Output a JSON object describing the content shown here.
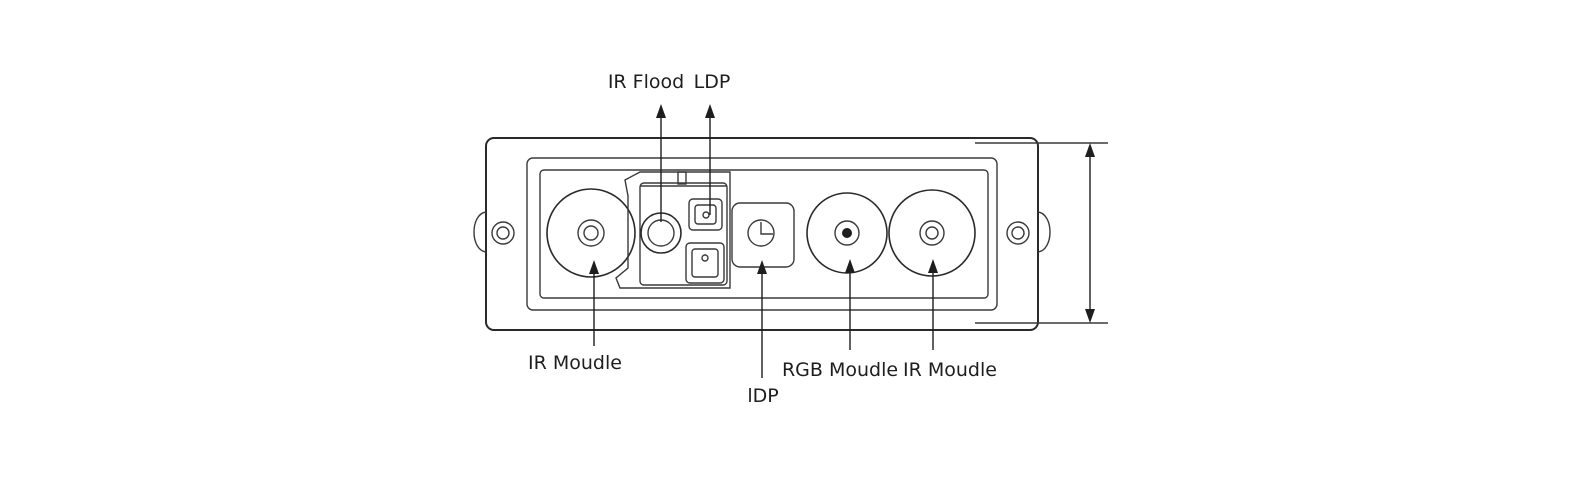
{
  "labels": {
    "ir_flood": "IR Flood",
    "ldp_top": "LDP",
    "ir_module_left": "IR Moudle",
    "ldp_bottom": "lDP",
    "rgb_module": "RGB Moudle",
    "ir_module_right": "IR Moudle"
  },
  "colors": {
    "line": "#2a2a2a",
    "text": "#1e1e1e",
    "background": "#ffffff"
  }
}
